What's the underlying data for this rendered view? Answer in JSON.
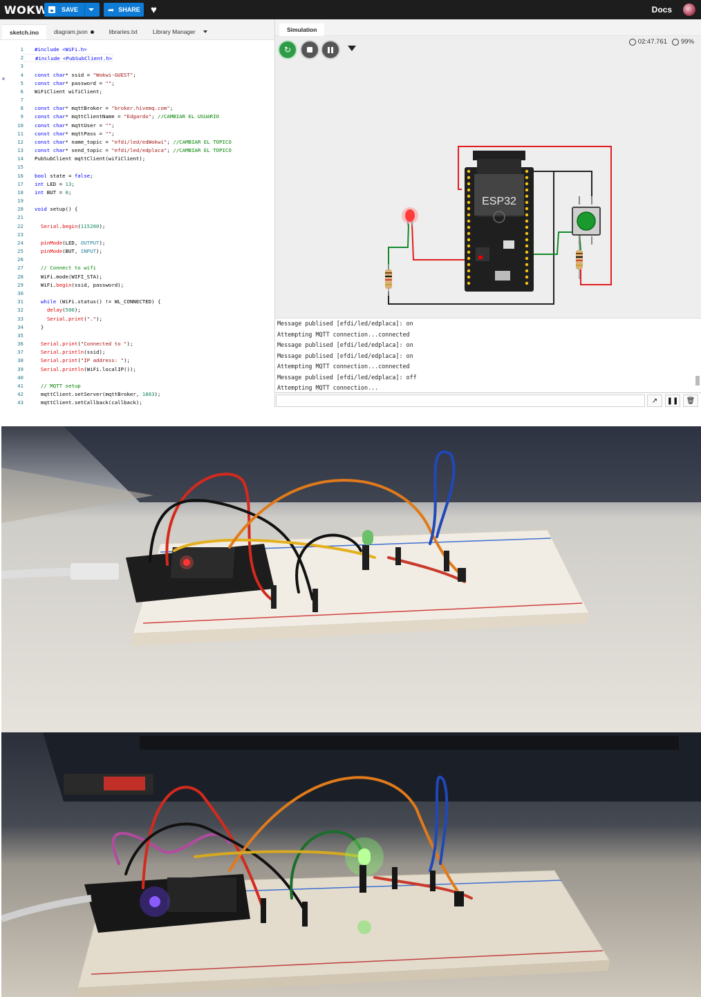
{
  "app": {
    "logo": "WOKWI",
    "save_label": "SAVE",
    "share_label": "SHARE",
    "docs_label": "Docs"
  },
  "editor": {
    "tabs": [
      "sketch.ino",
      "diagram.json",
      "libraries.txt",
      "Library Manager"
    ],
    "lines": [
      [
        [
          "#include <WiFi.h>",
          "k"
        ]
      ],
      [
        [
          "#include <PubSubClient.h>",
          "k"
        ]
      ],
      [],
      [
        [
          "const ",
          "k"
        ],
        [
          "char",
          "k"
        ],
        [
          "* ssid = ",
          ""
        ],
        [
          "\"Wokwi-GUEST\"",
          "s"
        ],
        [
          ";",
          ""
        ]
      ],
      [
        [
          "const ",
          "k"
        ],
        [
          "char",
          "k"
        ],
        [
          "* password = ",
          ""
        ],
        [
          "\"\"",
          "s"
        ],
        [
          ";",
          ""
        ]
      ],
      [
        [
          "WiFiClient wifiClient;",
          ""
        ]
      ],
      [],
      [
        [
          "const ",
          "k"
        ],
        [
          "char",
          "k"
        ],
        [
          "* mqttBroker = ",
          ""
        ],
        [
          "\"broker.hivemq.com\"",
          "s"
        ],
        [
          ";",
          ""
        ]
      ],
      [
        [
          "const ",
          "k"
        ],
        [
          "char",
          "k"
        ],
        [
          "* mqttClientName = ",
          ""
        ],
        [
          "\"Edgardo\"",
          "s"
        ],
        [
          "; ",
          ""
        ],
        [
          "//CAMBIAR EL USUARIO",
          "c"
        ]
      ],
      [
        [
          "const ",
          "k"
        ],
        [
          "char",
          "k"
        ],
        [
          "* mqttUser = ",
          ""
        ],
        [
          "\"\"",
          "s"
        ],
        [
          ";",
          ""
        ]
      ],
      [
        [
          "const ",
          "k"
        ],
        [
          "char",
          "k"
        ],
        [
          "* mqttPass = ",
          ""
        ],
        [
          "\"\"",
          "s"
        ],
        [
          ";",
          ""
        ]
      ],
      [
        [
          "const ",
          "k"
        ],
        [
          "char",
          "k"
        ],
        [
          "* name_topic = ",
          ""
        ],
        [
          "\"efdi/led/edWokwi\"",
          "s"
        ],
        [
          "; ",
          ""
        ],
        [
          "//CAMBIAR EL TOPICO",
          "c"
        ]
      ],
      [
        [
          "const ",
          "k"
        ],
        [
          "char",
          "k"
        ],
        [
          "* send_topic = ",
          ""
        ],
        [
          "\"efdi/led/edplaca\"",
          "s"
        ],
        [
          "; ",
          ""
        ],
        [
          "//CAMBIAR EL TOPICO",
          "c"
        ]
      ],
      [
        [
          "PubSubClient mqttClient(wifiClient);",
          ""
        ]
      ],
      [],
      [
        [
          "bool",
          "k"
        ],
        [
          " state = ",
          ""
        ],
        [
          "false",
          "k"
        ],
        [
          ";",
          ""
        ]
      ],
      [
        [
          "int",
          "k"
        ],
        [
          " LED = ",
          ""
        ],
        [
          "13",
          "n"
        ],
        [
          ";",
          ""
        ]
      ],
      [
        [
          "int",
          "k"
        ],
        [
          " BUT = ",
          ""
        ],
        [
          "0",
          "n"
        ],
        [
          ";",
          ""
        ]
      ],
      [],
      [
        [
          "void",
          "k"
        ],
        [
          " setup() {",
          ""
        ]
      ],
      [],
      [
        [
          "  ",
          ""
        ],
        [
          "Serial",
          "m"
        ],
        [
          ".",
          ""
        ],
        [
          "begin",
          "m"
        ],
        [
          "(",
          ""
        ],
        [
          "115200",
          "n"
        ],
        [
          ");",
          ""
        ]
      ],
      [],
      [
        [
          "  ",
          ""
        ],
        [
          "pinMode",
          "m"
        ],
        [
          "(LED, ",
          ""
        ],
        [
          "OUTPUT",
          "t"
        ],
        [
          ");",
          ""
        ]
      ],
      [
        [
          "  ",
          ""
        ],
        [
          "pinMode",
          "m"
        ],
        [
          "(BUT, ",
          ""
        ],
        [
          "INPUT",
          "t"
        ],
        [
          ");",
          ""
        ]
      ],
      [],
      [
        [
          "  ",
          ""
        ],
        [
          "// Connect to wifi",
          "c"
        ]
      ],
      [
        [
          "  WiFi.mode(WIFI_STA);",
          ""
        ]
      ],
      [
        [
          "  WiFi.",
          ""
        ],
        [
          "begin",
          "m"
        ],
        [
          "(ssid, password);",
          ""
        ]
      ],
      [],
      [
        [
          "  ",
          ""
        ],
        [
          "while",
          "k"
        ],
        [
          " (WiFi.status() != WL_CONNECTED) {",
          ""
        ]
      ],
      [
        [
          "    ",
          ""
        ],
        [
          "delay",
          "m"
        ],
        [
          "(",
          ""
        ],
        [
          "500",
          "n"
        ],
        [
          ");",
          ""
        ]
      ],
      [
        [
          "    ",
          ""
        ],
        [
          "Serial",
          "m"
        ],
        [
          ".",
          ""
        ],
        [
          "print",
          "m"
        ],
        [
          "(",
          ""
        ],
        [
          "\".\"",
          "s"
        ],
        [
          ");",
          ""
        ]
      ],
      [
        [
          "  }",
          ""
        ]
      ],
      [],
      [
        [
          "  ",
          ""
        ],
        [
          "Serial",
          "m"
        ],
        [
          ".",
          ""
        ],
        [
          "print",
          "m"
        ],
        [
          "(",
          ""
        ],
        [
          "\"Connected to \"",
          "s"
        ],
        [
          ");",
          ""
        ]
      ],
      [
        [
          "  ",
          ""
        ],
        [
          "Serial",
          "m"
        ],
        [
          ".",
          ""
        ],
        [
          "println",
          "m"
        ],
        [
          "(ssid);",
          ""
        ]
      ],
      [
        [
          "  ",
          ""
        ],
        [
          "Serial",
          "m"
        ],
        [
          ".",
          ""
        ],
        [
          "print",
          "m"
        ],
        [
          "(",
          ""
        ],
        [
          "\"IP address: \"",
          "s"
        ],
        [
          ");",
          ""
        ]
      ],
      [
        [
          "  ",
          ""
        ],
        [
          "Serial",
          "m"
        ],
        [
          ".",
          ""
        ],
        [
          "println",
          "m"
        ],
        [
          "(WiFi.localIP());",
          ""
        ]
      ],
      [],
      [
        [
          "  ",
          ""
        ],
        [
          "// MQTT setup",
          "c"
        ]
      ],
      [
        [
          "  mqttClient.setServer(mqttBroker, ",
          ""
        ],
        [
          "1883",
          "n"
        ],
        [
          ");",
          ""
        ]
      ],
      [
        [
          "  mqttClient.setCallback(callback);",
          ""
        ]
      ]
    ]
  },
  "simulation": {
    "tab_label": "Simulation",
    "elapsed": "02:47.761",
    "speed": "99%",
    "board_label": "ESP32",
    "console_lines": [
      "Message publised [efdi/led/edplaca]: on",
      "Attempting MQTT connection...connected",
      "Message publised [efdi/led/edplaca]: on",
      "Message publised [efdi/led/edplaca]: on",
      "Attempting MQTT connection...connected",
      "Message publised [efdi/led/edplaca]: off",
      "Attempting MQTT connection..."
    ]
  },
  "colors": {
    "topbar": "#1d1d1d",
    "accent_blue": "#0e7cd6",
    "restart_green": "#2e9b47",
    "wire_red": "#e01c1c",
    "wire_green": "#138a2a",
    "wire_black": "#222222"
  },
  "icons": [
    "save-icon",
    "caret-down-icon",
    "share-icon",
    "heart-icon",
    "avatar",
    "restart-icon",
    "stop-icon",
    "pause-icon",
    "wifi-icon",
    "timer-icon",
    "speed-icon",
    "chart-icon",
    "pause-icon",
    "trash-icon"
  ]
}
